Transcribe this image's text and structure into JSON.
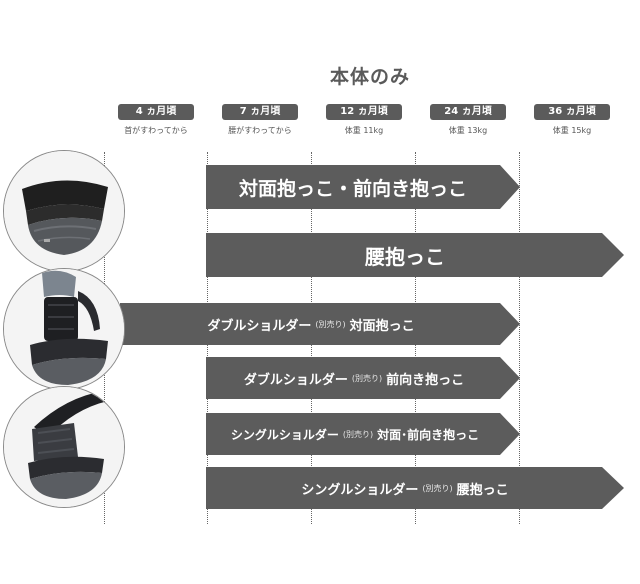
{
  "title": "本体のみ",
  "stages": [
    {
      "label": "4 ヵ月頃",
      "sub": "首がすわってから"
    },
    {
      "label": "7 ヵ月頃",
      "sub": "腰がすわってから"
    },
    {
      "label": "12 ヵ月頃",
      "sub": "体重 11kg"
    },
    {
      "label": "24 ヵ月頃",
      "sub": "体重 13kg"
    },
    {
      "label": "36 ヵ月頃",
      "sub": "体重 15kg"
    }
  ],
  "arrows": [
    {
      "main": "対面抱っこ・前向き抱っこ"
    },
    {
      "main": "腰抱っこ"
    },
    {
      "prefix": "ダブルショルダー",
      "note": "(別売り)",
      "main": "対面抱っこ"
    },
    {
      "prefix": "ダブルショルダー",
      "note": "(別売り)",
      "main": "前向き抱っこ"
    },
    {
      "prefix": "シングルショルダー",
      "note": "(別売り)",
      "main": "対面･前向き抱っこ"
    },
    {
      "prefix": "シングルショルダー",
      "note": "(別売り)",
      "main": "腰抱っこ"
    }
  ],
  "photos": [
    {
      "icon": "hip-seat-carrier-icon"
    },
    {
      "icon": "double-shoulder-carrier-icon"
    },
    {
      "icon": "single-shoulder-carrier-icon"
    }
  ],
  "colors": {
    "arrow": "#5c5c5c",
    "badge": "#5b5b5b",
    "text": "#5a5a5a"
  }
}
